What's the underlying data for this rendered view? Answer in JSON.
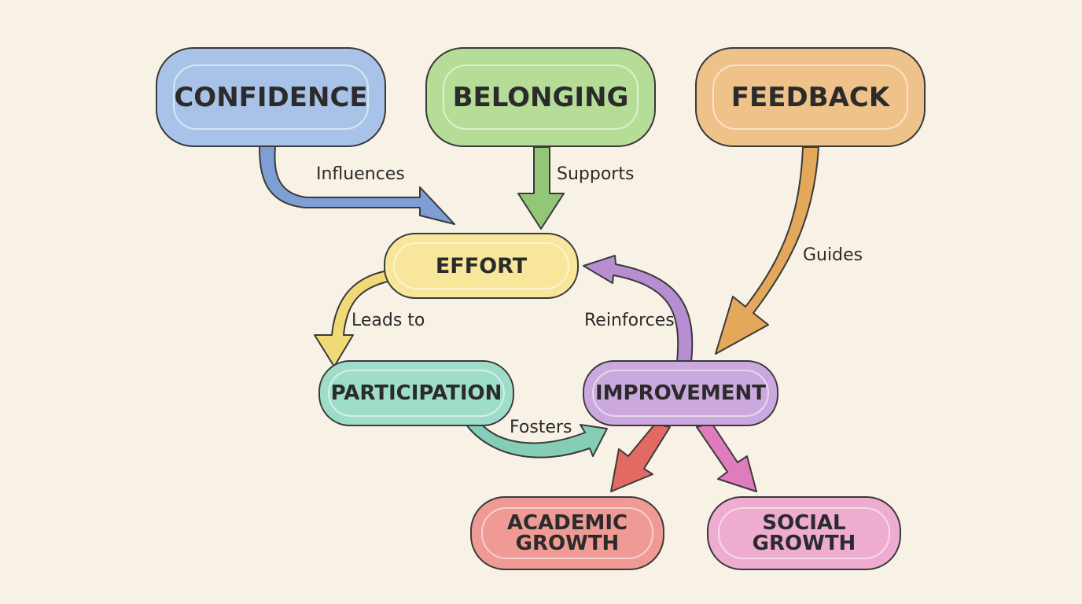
{
  "colors": {
    "background": "#f8f1e6",
    "confidence": "#a9c3e8",
    "belonging": "#b5dd98",
    "feedback": "#efc28a",
    "effort": "#f8e69a",
    "participation": "#9fddcb",
    "improvement": "#cba8de",
    "academic": "#ef9a94",
    "social": "#efacd1",
    "arrow_confidence": "#7d9fd4",
    "arrow_belonging": "#93c777",
    "arrow_feedback": "#e3a85a",
    "arrow_effort": "#f0da78",
    "arrow_participation": "#86cdb8",
    "arrow_improvement": "#b88ed2",
    "arrow_academic": "#e26a63",
    "arrow_social": "#e07cbd"
  },
  "nodes": {
    "confidence": {
      "label": "CONFIDENCE"
    },
    "belonging": {
      "label": "BELONGING"
    },
    "feedback": {
      "label": "FEEDBACK"
    },
    "effort": {
      "label": "EFFORT"
    },
    "participation": {
      "label": "PARTICIPATION"
    },
    "improvement": {
      "label": "IMPROVEMENT"
    },
    "academic_growth": {
      "label": "ACADEMIC\nGROWTH"
    },
    "social_growth": {
      "label": "SOCIAL\nGROWTH"
    }
  },
  "edges": [
    {
      "from": "confidence",
      "to": "effort",
      "label": "Influences",
      "color_key": "arrow_confidence"
    },
    {
      "from": "belonging",
      "to": "effort",
      "label": "Supports",
      "color_key": "arrow_belonging"
    },
    {
      "from": "feedback",
      "to": "improvement",
      "label": "Guides",
      "color_key": "arrow_feedback"
    },
    {
      "from": "effort",
      "to": "participation",
      "label": "Leads to",
      "color_key": "arrow_effort"
    },
    {
      "from": "improvement",
      "to": "effort",
      "label": "Reinforces",
      "color_key": "arrow_improvement"
    },
    {
      "from": "participation",
      "to": "improvement",
      "label": "Fosters",
      "color_key": "arrow_participation"
    },
    {
      "from": "improvement",
      "to": "academic_growth",
      "label": "",
      "color_key": "arrow_academic"
    },
    {
      "from": "improvement",
      "to": "social_growth",
      "label": "",
      "color_key": "arrow_social"
    }
  ]
}
